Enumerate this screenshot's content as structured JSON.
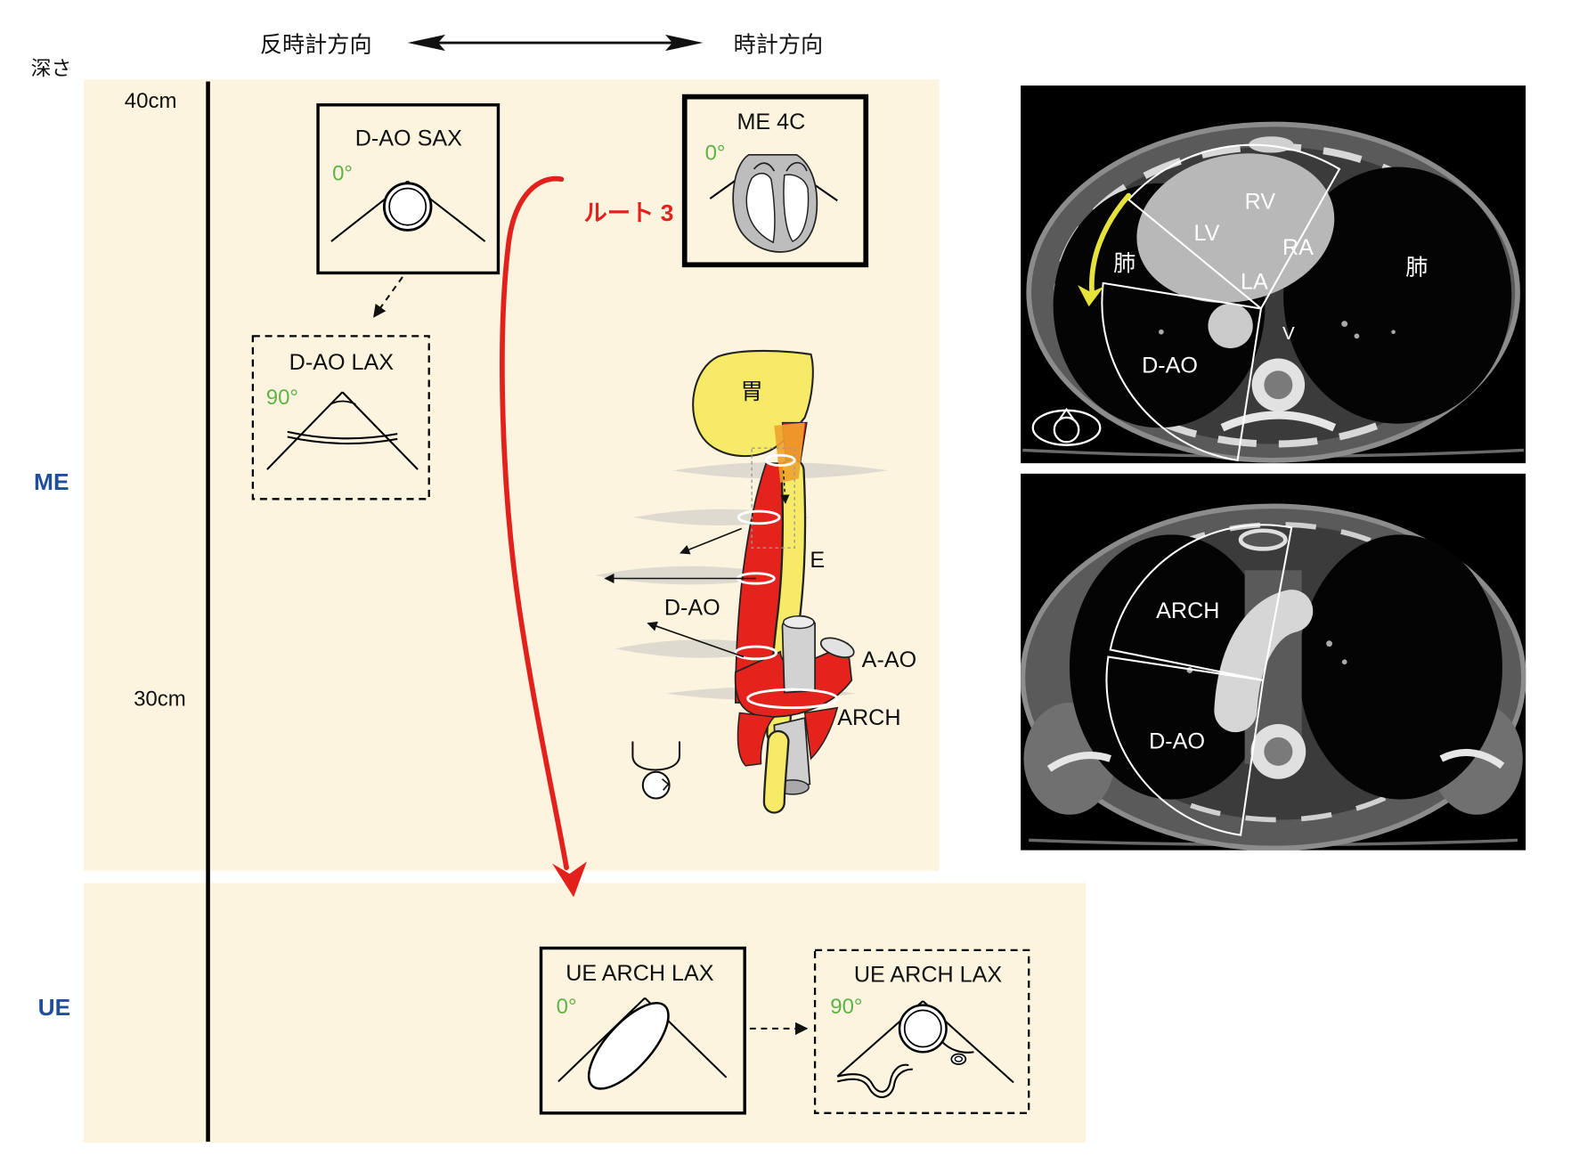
{
  "header": {
    "counterclockwise_label": "反時計方向",
    "clockwise_label": "時計方向",
    "depth_label": "深さ"
  },
  "depth_scale": {
    "tick_40": "40cm",
    "tick_30": "30cm"
  },
  "levels": {
    "me": "ME",
    "ue": "UE"
  },
  "views": {
    "d_ao_sax": {
      "title": "D-AO SAX",
      "angle": "0°"
    },
    "d_ao_lax": {
      "title": "D-AO LAX",
      "angle": "90°"
    },
    "me_4c": {
      "title": "ME 4C",
      "angle": "0°"
    },
    "ue_arch_lax_0": {
      "title": "UE ARCH LAX",
      "angle": "0°"
    },
    "ue_arch_lax_90": {
      "title": "UE ARCH LAX",
      "angle": "90°"
    }
  },
  "route": {
    "label": "ルート 3"
  },
  "anatomy": {
    "stomach": "胃",
    "esophagus": "E",
    "descending_aorta": "D-AO",
    "ascending_aorta": "A-AO",
    "arch": "ARCH"
  },
  "ct_upper": {
    "rv": "RV",
    "lv": "LV",
    "ra": "RA",
    "lung_left": "肺",
    "lung_right": "肺",
    "la": "LA",
    "v": "V",
    "d_ao": "D-AO"
  },
  "ct_lower": {
    "arch": "ARCH",
    "d_ao": "D-AO"
  },
  "colors": {
    "panel_background": "#fcf4de",
    "angle_text": "#5fb346",
    "level_text": "#1f4e9a",
    "route": "#e3211c",
    "stomach": "#f6ea67",
    "aorta": "#e4231d",
    "junction": "#f0a22c",
    "ct_arrow": "#e6e23a"
  }
}
